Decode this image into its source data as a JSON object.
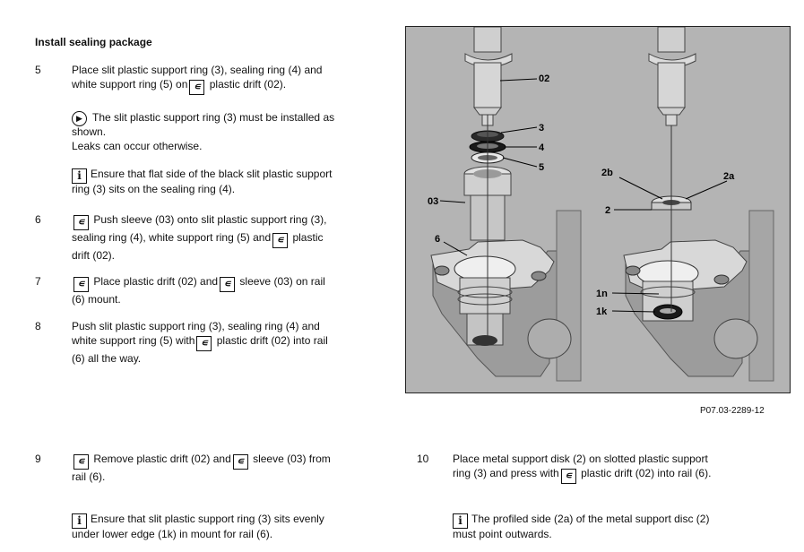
{
  "heading": "Install sealing package",
  "steps": {
    "s5": {
      "num": "5",
      "a": "Place slit plastic support ring (3), sealing ring (4) and",
      "b1": "white support ring (5) on",
      "b2": "plastic drift (02)."
    },
    "caution5": {
      "a": "The slit plastic support ring (3) must be installed as",
      "b": "shown.",
      "c": "Leaks can occur otherwise."
    },
    "info5": {
      "a": "Ensure that flat side of the black slit plastic support",
      "b": "ring (3) sits on the sealing ring (4)."
    },
    "s6": {
      "num": "6",
      "a": "Push sleeve (03) onto slit plastic support ring (3),",
      "b1": "sealing ring (4), white support ring (5) and",
      "b2": "plastic",
      "c": "drift (02)."
    },
    "s7": {
      "num": "7",
      "a1": "Place plastic drift (02) and",
      "a2": "sleeve (03) on rail",
      "b": "(6) mount."
    },
    "s8": {
      "num": "8",
      "a": "Push slit plastic support ring (3), sealing ring (4) and",
      "b1": "white support ring (5) with",
      "b2": "plastic drift (02) into rail",
      "c": "(6) all the way."
    },
    "s9": {
      "num": "9",
      "a1": "Remove plastic drift (02) and",
      "a2": "sleeve (03) from",
      "b": "rail (6)."
    },
    "info9": {
      "a": "Ensure that slit plastic support ring (3) sits evenly",
      "b": "under lower edge (1k) in mount for rail (6)."
    },
    "s10": {
      "num": "10",
      "a": "Place metal support disk (2) on slotted plastic support",
      "b1": "ring (3) and press with",
      "b2": "plastic drift (02) into rail (6)."
    },
    "info10": {
      "a": "The profiled side (2a) of the metal support disc (2)",
      "b": "must point outwards."
    }
  },
  "figure": {
    "ref": "P07.03-2289-12",
    "labels": {
      "l02": "02",
      "l3": "3",
      "l4": "4",
      "l5": "5",
      "l03": "03",
      "l6": "6",
      "l2b": "2b",
      "l2a": "2a",
      "l2": "2",
      "l1n": "1n",
      "l1k": "1k"
    }
  },
  "icons": {
    "tool": "special-tool-icon",
    "info": "info-icon",
    "caution": "caution-icon"
  }
}
